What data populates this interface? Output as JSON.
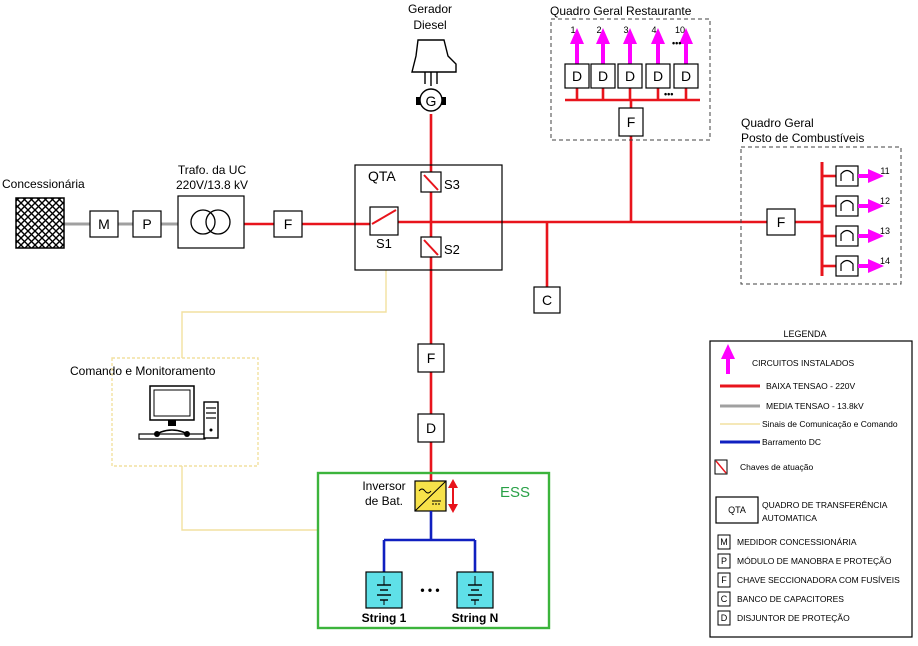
{
  "labels": {
    "utility": "Concessionária",
    "transformer_line1": "Trafo. da UC",
    "transformer_line2": "220V/13.8 kV",
    "generator_line1": "Gerador",
    "generator_line2": "Diesel",
    "generator_symbol": "G",
    "qta": "QTA",
    "s1": "S1",
    "s2": "S2",
    "s3": "S3",
    "restaurant_panel": "Quadro Geral Restaurante",
    "fuel_panel_line1": "Quadro Geral",
    "fuel_panel_line2": "Posto de Combustíveis",
    "command_monitoring": "Comando e Monitoramento",
    "inverter_line1": "Inversor",
    "inverter_line2": "de Bat.",
    "ess": "ESS",
    "string_1": "String 1",
    "string_n": "String N",
    "ellipsis": "• • •"
  },
  "boxes": {
    "m": "M",
    "p": "P",
    "f": "F",
    "c": "C",
    "d": "D"
  },
  "restaurant_circuits": [
    "1",
    "2",
    "3",
    "4",
    "10"
  ],
  "fuel_circuits": [
    "11",
    "12",
    "13",
    "14"
  ],
  "legend": {
    "title": "LEGENDA",
    "items": [
      "CIRCUITOS INSTALADOS",
      "BAIXA TENSAO - 220V",
      "MEDIA TENSAO - 13.8kV",
      "Sinais de Comunicação e Comando",
      "Barramento DC",
      "Chaves de atuação"
    ],
    "qta_box": "QTA",
    "qta_desc_line1": "QUADRO DE TRANSFERÊNCIA",
    "qta_desc_line2": "AUTOMATICA",
    "abbrev": [
      {
        "key": "M",
        "desc": "MEDIDOR CONCESSIONÁRIA"
      },
      {
        "key": "P",
        "desc": "MÓDULO DE MANOBRA E PROTEÇÃO"
      },
      {
        "key": "F",
        "desc": "CHAVE SECCIONADORA COM FUSÍVEIS"
      },
      {
        "key": "C",
        "desc": "BANCO DE CAPACITORES"
      },
      {
        "key": "D",
        "desc": "DISJUNTOR DE PROTEÇÃO"
      }
    ]
  },
  "colors": {
    "low_voltage": "#e8141c",
    "medium_voltage": "#a0a0a0",
    "signal": "#f2e0a0",
    "dc_bus": "#1020c0",
    "circuits": "#ff00ff",
    "ess_border": "#3cb43c",
    "ess_text": "#28a046",
    "inverter_fill": "#f7e24a",
    "battery_fill": "#5fe0e8",
    "panel_dash": "#404040"
  }
}
